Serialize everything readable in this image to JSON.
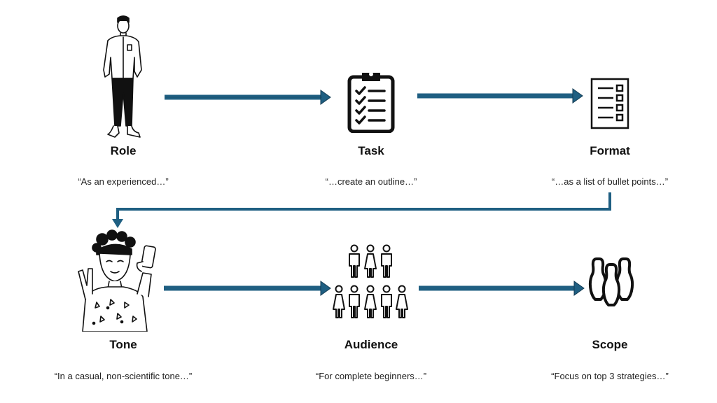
{
  "accent_color": "#1f5f82",
  "steps": [
    {
      "id": "role",
      "label": "Role",
      "quote": "“As an experienced…”",
      "icon": "standing-man-icon"
    },
    {
      "id": "task",
      "label": "Task",
      "quote": "“…create an outline…”",
      "icon": "clipboard-checklist-icon"
    },
    {
      "id": "format",
      "label": "Format",
      "quote": "“…as a list of bullet points…”",
      "icon": "bulleted-list-document-icon"
    },
    {
      "id": "tone",
      "label": "Tone",
      "quote": "“In a casual, non-scientific tone…”",
      "icon": "casual-selfie-person-icon"
    },
    {
      "id": "audience",
      "label": "Audience",
      "quote": "“For complete beginners…”",
      "icon": "crowd-of-people-icon"
    },
    {
      "id": "scope",
      "label": "Scope",
      "quote": "“Focus on top 3 strategies…”",
      "icon": "bowling-pins-icon"
    }
  ]
}
